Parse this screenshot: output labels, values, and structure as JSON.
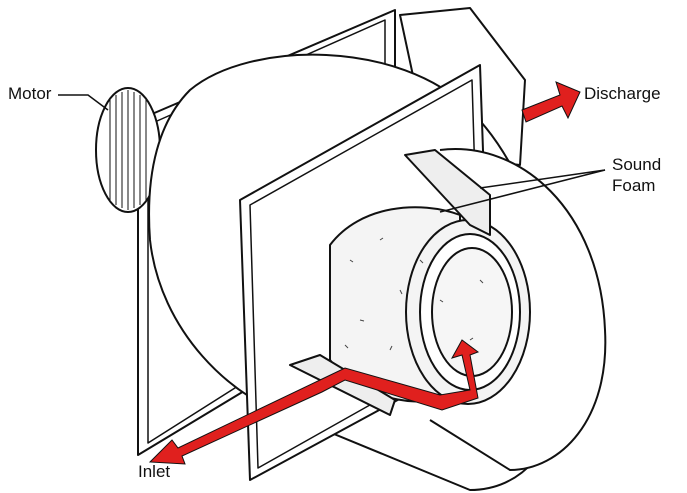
{
  "labels": {
    "motor": "Motor",
    "discharge": "Discharge",
    "sound_foam_line1": "Sound",
    "sound_foam_line2": "Foam",
    "inlet": "Inlet"
  },
  "colors": {
    "arrow": "#e0201e",
    "line": "#111111",
    "foam_fill": "#f4f4f4"
  }
}
